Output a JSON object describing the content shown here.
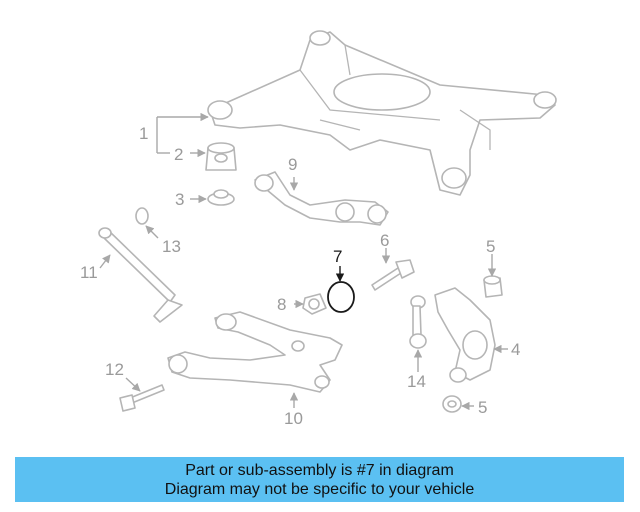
{
  "diagram": {
    "callouts": {
      "c1": "1",
      "c2": "2",
      "c3": "3",
      "c4": "4",
      "c5a": "5",
      "c5b": "5",
      "c6": "6",
      "c7": "7",
      "c8": "8",
      "c9": "9",
      "c10": "10",
      "c11": "11",
      "c12": "12",
      "c13": "13",
      "c14": "14"
    },
    "highlighted_part": "7",
    "colors": {
      "line": "#b5b5b5",
      "highlight": "#1a1a1a",
      "banner": "#5bc0f2"
    }
  },
  "banner": {
    "line1": "Part or sub-assembly is #7 in diagram",
    "line2": "Diagram may not be specific to your vehicle"
  }
}
